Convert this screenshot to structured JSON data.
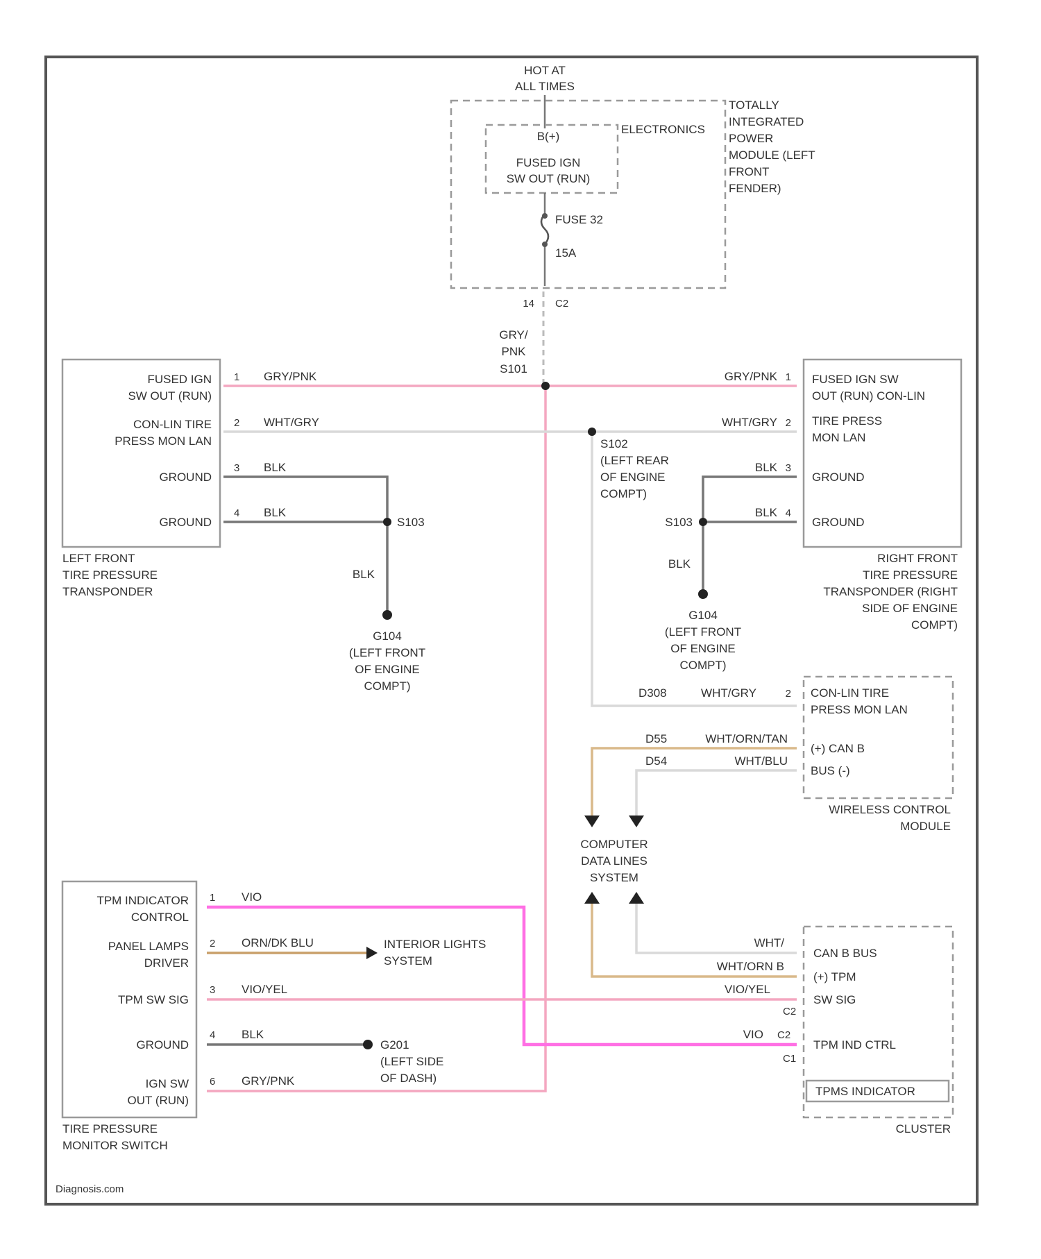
{
  "footer": {
    "watermark": "Diagnosis.com"
  },
  "colors": {
    "gry_pnk": "#f4a7c0",
    "wht_gry": "#d9d9d9",
    "blk": "#777777",
    "vio": "#ff6fe4",
    "orn_blu": "#c9a06a",
    "tan": "#d9b98a",
    "outline": "#9a9a9a"
  },
  "power": {
    "hot_label_1": "HOT AT",
    "hot_label_2": "ALL TIMES",
    "b_plus": "B(+)",
    "fused_ign_1": "FUSED IGN",
    "fused_ign_2": "SW OUT (RUN)",
    "electronics": "ELECTRONICS",
    "tipm": [
      "TOTALLY",
      "INTEGRATED",
      "POWER",
      "MODULE (LEFT",
      "FRONT",
      "FENDER)"
    ],
    "fuse": "FUSE 32",
    "fuse_amp": "15A",
    "pin_14": "14",
    "c2": "C2",
    "wire_gry": "GRY/",
    "wire_pnk": "PNK",
    "splice_s101": "S101"
  },
  "lf_transponder": {
    "pins": [
      {
        "num": "1",
        "label_1": "FUSED IGN",
        "label_2": "SW OUT (RUN)",
        "wire": "GRY/PNK"
      },
      {
        "num": "2",
        "label_1": "CON-LIN TIRE",
        "label_2": "PRESS MON LAN",
        "wire": "WHT/GRY"
      },
      {
        "num": "3",
        "label_1": "GROUND",
        "label_2": "",
        "wire": "BLK"
      },
      {
        "num": "4",
        "label_1": "GROUND",
        "label_2": "",
        "wire": "BLK"
      }
    ],
    "name": [
      "LEFT FRONT",
      "TIRE PRESSURE",
      "TRANSPONDER"
    ],
    "splice": "S103",
    "blk": "BLK",
    "ground": [
      "G104",
      "(LEFT FRONT",
      "OF ENGINE",
      "COMPT)"
    ]
  },
  "rf_transponder": {
    "pins": [
      {
        "num": "1",
        "label_1": "FUSED IGN SW",
        "label_2": "OUT (RUN) CON-LIN",
        "wire": "GRY/PNK"
      },
      {
        "num": "2",
        "label_1": "TIRE PRESS",
        "label_2": "MON LAN",
        "wire": "WHT/GRY"
      },
      {
        "num": "3",
        "label_1": "GROUND",
        "label_2": "",
        "wire": "BLK"
      },
      {
        "num": "4",
        "label_1": "GROUND",
        "label_2": "",
        "wire": "BLK"
      }
    ],
    "name": [
      "RIGHT FRONT",
      "TIRE PRESSURE",
      "TRANSPONDER (RIGHT",
      "SIDE OF ENGINE",
      "COMPT)"
    ],
    "splice_lan": [
      "S102",
      "(LEFT REAR",
      "OF ENGINE",
      "COMPT)"
    ],
    "splice": "S103",
    "blk": "BLK",
    "ground": [
      "G104",
      "(LEFT FRONT",
      "OF ENGINE",
      "COMPT)"
    ]
  },
  "wcm": {
    "pins": [
      {
        "num": "2",
        "label_1": "CON-LIN TIRE",
        "label_2": "PRESS MON LAN",
        "wire": "WHT/GRY",
        "id": "D308"
      },
      {
        "num": "",
        "label_1": "(+) CAN B",
        "label_2": "",
        "wire": "WHT/ORN/TAN",
        "id": "D55"
      },
      {
        "num": "",
        "label_1": "BUS (-)",
        "label_2": "",
        "wire": "WHT/BLU",
        "id": "D54"
      }
    ],
    "name": [
      "WIRELESS CONTROL",
      "MODULE"
    ]
  },
  "data_lines": [
    "COMPUTER",
    "DATA LINES",
    "SYSTEM"
  ],
  "tpms_switch": {
    "pins": [
      {
        "num": "1",
        "label_1": "TPM INDICATOR",
        "label_2": "CONTROL",
        "wire": "VIO"
      },
      {
        "num": "2",
        "label_1": "PANEL LAMPS",
        "label_2": "DRIVER",
        "wire": "ORN/DK BLU"
      },
      {
        "num": "3",
        "label_1": "TPM SW SIG",
        "label_2": "",
        "wire": "VIO/YEL"
      },
      {
        "num": "4",
        "label_1": "GROUND",
        "label_2": "",
        "wire": "BLK"
      },
      {
        "num": "6",
        "label_1": "IGN SW",
        "label_2": "OUT (RUN)",
        "wire": "GRY/PNK"
      }
    ],
    "name": [
      "TIRE PRESSURE",
      "MONITOR SWITCH"
    ],
    "interior": [
      "INTERIOR LIGHTS",
      "SYSTEM"
    ],
    "ground": [
      "G201",
      "(LEFT SIDE",
      "OF DASH)"
    ]
  },
  "cluster": {
    "pins": [
      {
        "label": "CAN B BUS",
        "wire": "WHT/",
        "conn": ""
      },
      {
        "label": "(+) TPM",
        "wire": "WHT/ORN B",
        "conn": ""
      },
      {
        "label": "SW SIG",
        "wire": "VIO/YEL",
        "conn": "C2"
      },
      {
        "label": "TPM IND CTRL",
        "wire": "VIO",
        "conn": "C2"
      }
    ],
    "c1": "C1",
    "indicator": "TPMS INDICATOR",
    "name": "CLUSTER"
  }
}
